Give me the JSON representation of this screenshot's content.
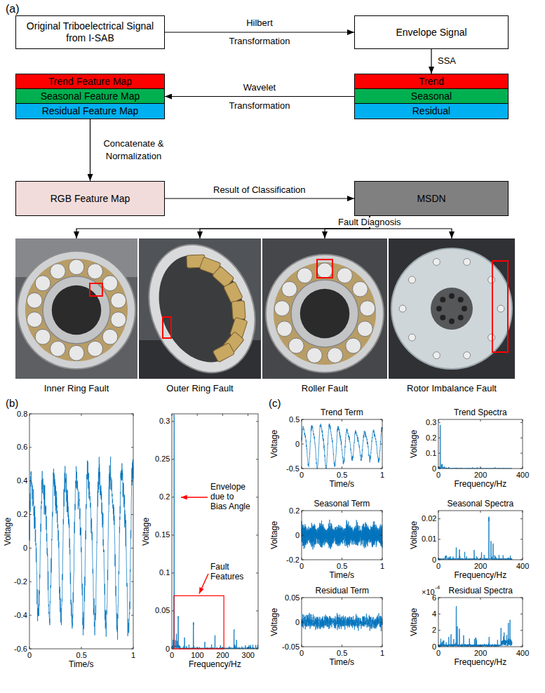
{
  "diagram": {
    "nodes": [
      {
        "text": [
          "Original Triboelectrical Signal from I-SAB"
        ]
      },
      {
        "text": [
          "Envelope Signal"
        ]
      },
      {
        "text": [
          "Trend Feature Map"
        ]
      },
      {
        "text": [
          "Seasonal Feature Map"
        ]
      },
      {
        "text": [
          "Residual Feature Map"
        ]
      },
      {
        "text": [
          "Trend"
        ]
      },
      {
        "text": [
          "Seasonal"
        ]
      },
      {
        "text": [
          "Residual"
        ]
      },
      {
        "text": [
          "RGB Feature Map"
        ]
      },
      {
        "text": [
          "MSDN"
        ]
      },
      {
        "text": [
          "Inner Ring Fault"
        ]
      },
      {
        "text": [
          "Outer Ring Fault"
        ]
      },
      {
        "text": [
          "Roller Fault"
        ]
      },
      {
        "text": [
          "Rotor Imbalance Fault"
        ]
      }
    ],
    "edges": [
      {
        "from": 0,
        "to": 1,
        "arrow": "to",
        "label": "Hilbert Transformation"
      },
      {
        "from": 1,
        "to": 5,
        "arrow": "to",
        "label": "SSA"
      },
      {
        "from": 6,
        "to": 3,
        "arrow": "to",
        "label": "Wavelet Transformation"
      },
      {
        "from": 4,
        "to": 8,
        "arrow": "to",
        "label": "Concatenate & Normalization"
      },
      {
        "from": 8,
        "to": 9,
        "arrow": "to",
        "label": "Result of Classification"
      },
      {
        "from": 9,
        "to": 10,
        "arrow": "to",
        "label": "Fault Diagnosis"
      },
      {
        "from": 9,
        "to": 11,
        "arrow": "to"
      },
      {
        "from": 9,
        "to": 12,
        "arrow": "to"
      },
      {
        "from": 9,
        "to": 13,
        "arrow": "to"
      }
    ],
    "labels": [
      "(a)",
      "(b)",
      "(c)",
      "0.8",
      "0.6",
      "0.4",
      "0.2",
      "0",
      "-0.2",
      "-0.4",
      "-0.6",
      "0",
      "0.5",
      "1",
      "Time/s",
      "Voltage",
      "0.3",
      "0.25",
      "0.2",
      "0.15",
      "0.1",
      "0.05",
      "0",
      "0",
      "100",
      "200",
      "300",
      "Frequency/Hz",
      "Voltage",
      "Envelope due to Bias Angle",
      "Fault Features",
      "Trend Term",
      "0.5",
      "0",
      "-0.5",
      "0",
      "0.5",
      "1",
      "Time/s",
      "Voltage",
      "Trend Spectra",
      "0.3",
      "0.2",
      "0.1",
      "0",
      "0",
      "200",
      "400",
      "Frequency/Hz",
      "Voltage",
      "Seasonal Term",
      "0.2",
      "0",
      "-0.2",
      "0",
      "0.5",
      "1",
      "Time/s",
      "Voltage",
      "Seasonal Spectra",
      "0.02",
      "0.01",
      "0",
      "0",
      "200",
      "400",
      "Frequency/Hz",
      "Voltage",
      "Residual Term",
      "0.05",
      "0",
      "-0.05",
      "0",
      "0.5",
      "1",
      "Time/s",
      "Voltage",
      "Residual Spectra",
      "6",
      "4",
      "2",
      "0",
      "0",
      "200",
      "400",
      "Frequency/Hz",
      "Voltage",
      "×10",
      "-4"
    ]
  }
}
